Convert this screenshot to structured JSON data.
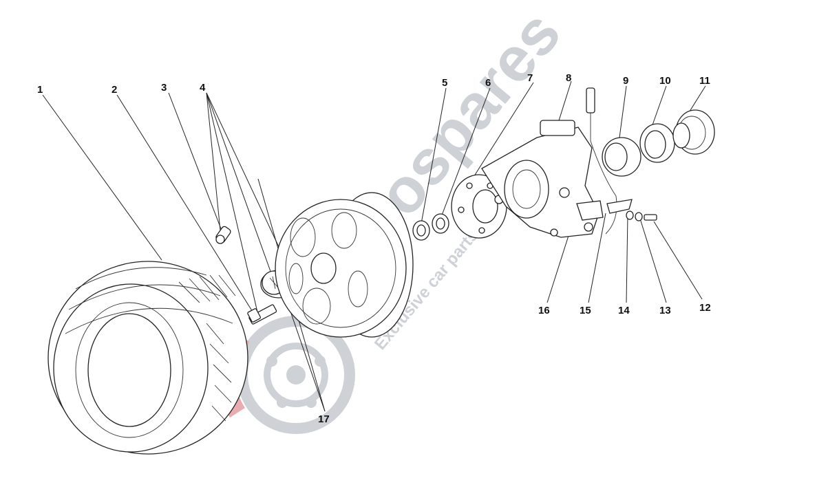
{
  "diagram": {
    "callouts": [
      "1",
      "2",
      "3",
      "4",
      "5",
      "6",
      "7",
      "8",
      "9",
      "10",
      "11",
      "12",
      "13",
      "14",
      "15",
      "16",
      "17"
    ]
  },
  "watermark": {
    "brand": "eurospares",
    "tagline": "Exclusive car parts specialist",
    "colors": {
      "grey": "#c9ccd2",
      "red": "#e8a3a8"
    }
  }
}
